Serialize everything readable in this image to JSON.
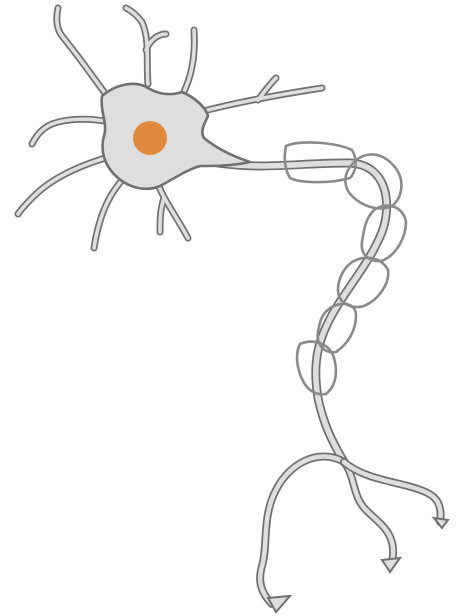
{
  "colors": {
    "background": "#ffffff",
    "membrane_fill": "#dedede",
    "outline": "#707070",
    "myelin_fill": "#f4f4f4",
    "myelin_outline": "#8a8a8a",
    "nucleus": "#e08a3e"
  },
  "parts": [
    "dendrites",
    "cell-body",
    "nucleus",
    "axon",
    "myelin-sheath",
    "axon-terminals"
  ]
}
